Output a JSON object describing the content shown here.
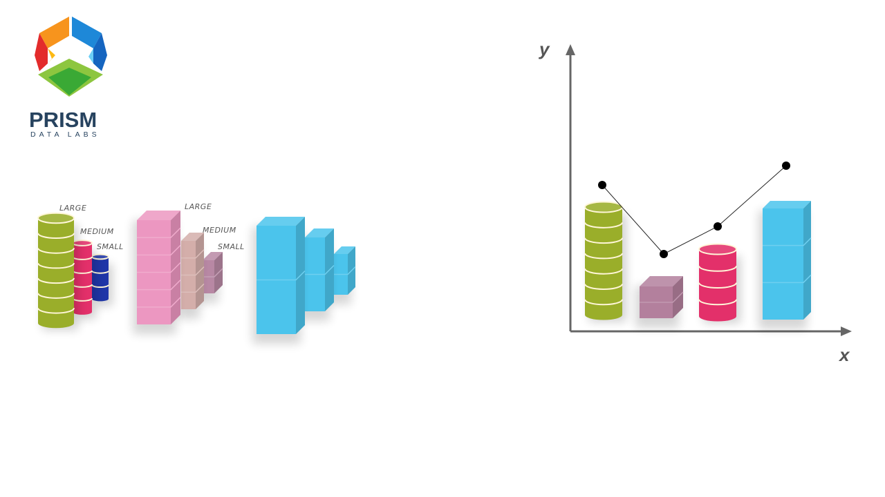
{
  "logo": {
    "name": "PRISM",
    "tagline": "DATA LABS"
  },
  "left_groups": {
    "cylinders": {
      "labels": [
        "LARGE",
        "MEDIUM",
        "SMALL"
      ],
      "colors": [
        "#9aae2a",
        "#e3306a",
        "#1f36a8"
      ]
    },
    "pink_cubes": {
      "labels": [
        "LARGE",
        "MEDIUM",
        "SMALL"
      ],
      "colors": [
        "#ec97c1",
        "#d4aeaa",
        "#b888a4"
      ]
    },
    "blue_cubes": {
      "colors": [
        "#4bc4ec",
        "#4bc4ec",
        "#4bc4ec"
      ]
    }
  },
  "chart": {
    "y_label": "y",
    "x_label": "x",
    "line_values": [
      5.3,
      2.8,
      3.8,
      6.0
    ],
    "bar_colors": [
      "#9aae2a",
      "#b3809d",
      "#e3306a",
      "#4bc4ec"
    ]
  }
}
